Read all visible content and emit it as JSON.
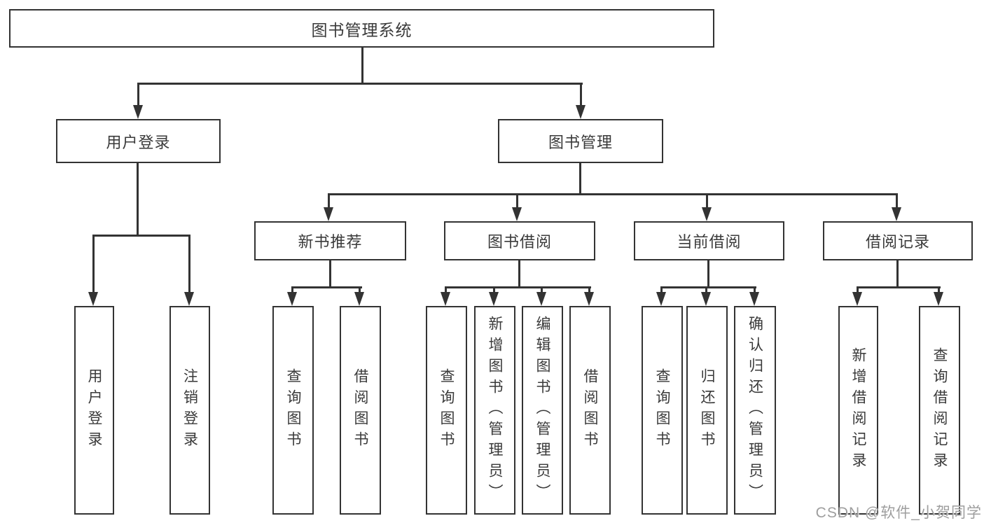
{
  "diagram": {
    "root": {
      "label": "图书管理系统"
    },
    "level2": {
      "user_login": {
        "label": "用户登录"
      },
      "book_management": {
        "label": "图书管理"
      }
    },
    "level3": {
      "new_book_recommend": {
        "label": "新书推荐"
      },
      "book_borrow": {
        "label": "图书借阅"
      },
      "current_borrow": {
        "label": "当前借阅"
      },
      "borrow_records": {
        "label": "借阅记录"
      }
    },
    "leaves": {
      "user_login": {
        "label": "用户登录"
      },
      "logout": {
        "label": "注销登录"
      },
      "query_book_recommend": {
        "label": "查询图书"
      },
      "borrow_book_recommend": {
        "label": "借阅图书"
      },
      "query_book_borrow": {
        "label": "查询图书"
      },
      "add_book_admin": {
        "label": "新增图书（管理员）"
      },
      "edit_book_admin": {
        "label": "编辑图书（管理员）"
      },
      "borrow_book_borrow": {
        "label": "借阅图书"
      },
      "query_book_current": {
        "label": "查询图书"
      },
      "return_book": {
        "label": "归还图书"
      },
      "confirm_return_admin": {
        "label": "确认归还（管理员）"
      },
      "add_borrow_record": {
        "label": "新增借阅记录"
      },
      "query_borrow_record": {
        "label": "查询借阅记录"
      }
    }
  },
  "watermark": {
    "text": "CSDN @软件_小贺同学"
  },
  "colors": {
    "line": "#333333",
    "text": "#3a3a3a",
    "watermark": "#9e9e9e",
    "background": "#ffffff"
  }
}
